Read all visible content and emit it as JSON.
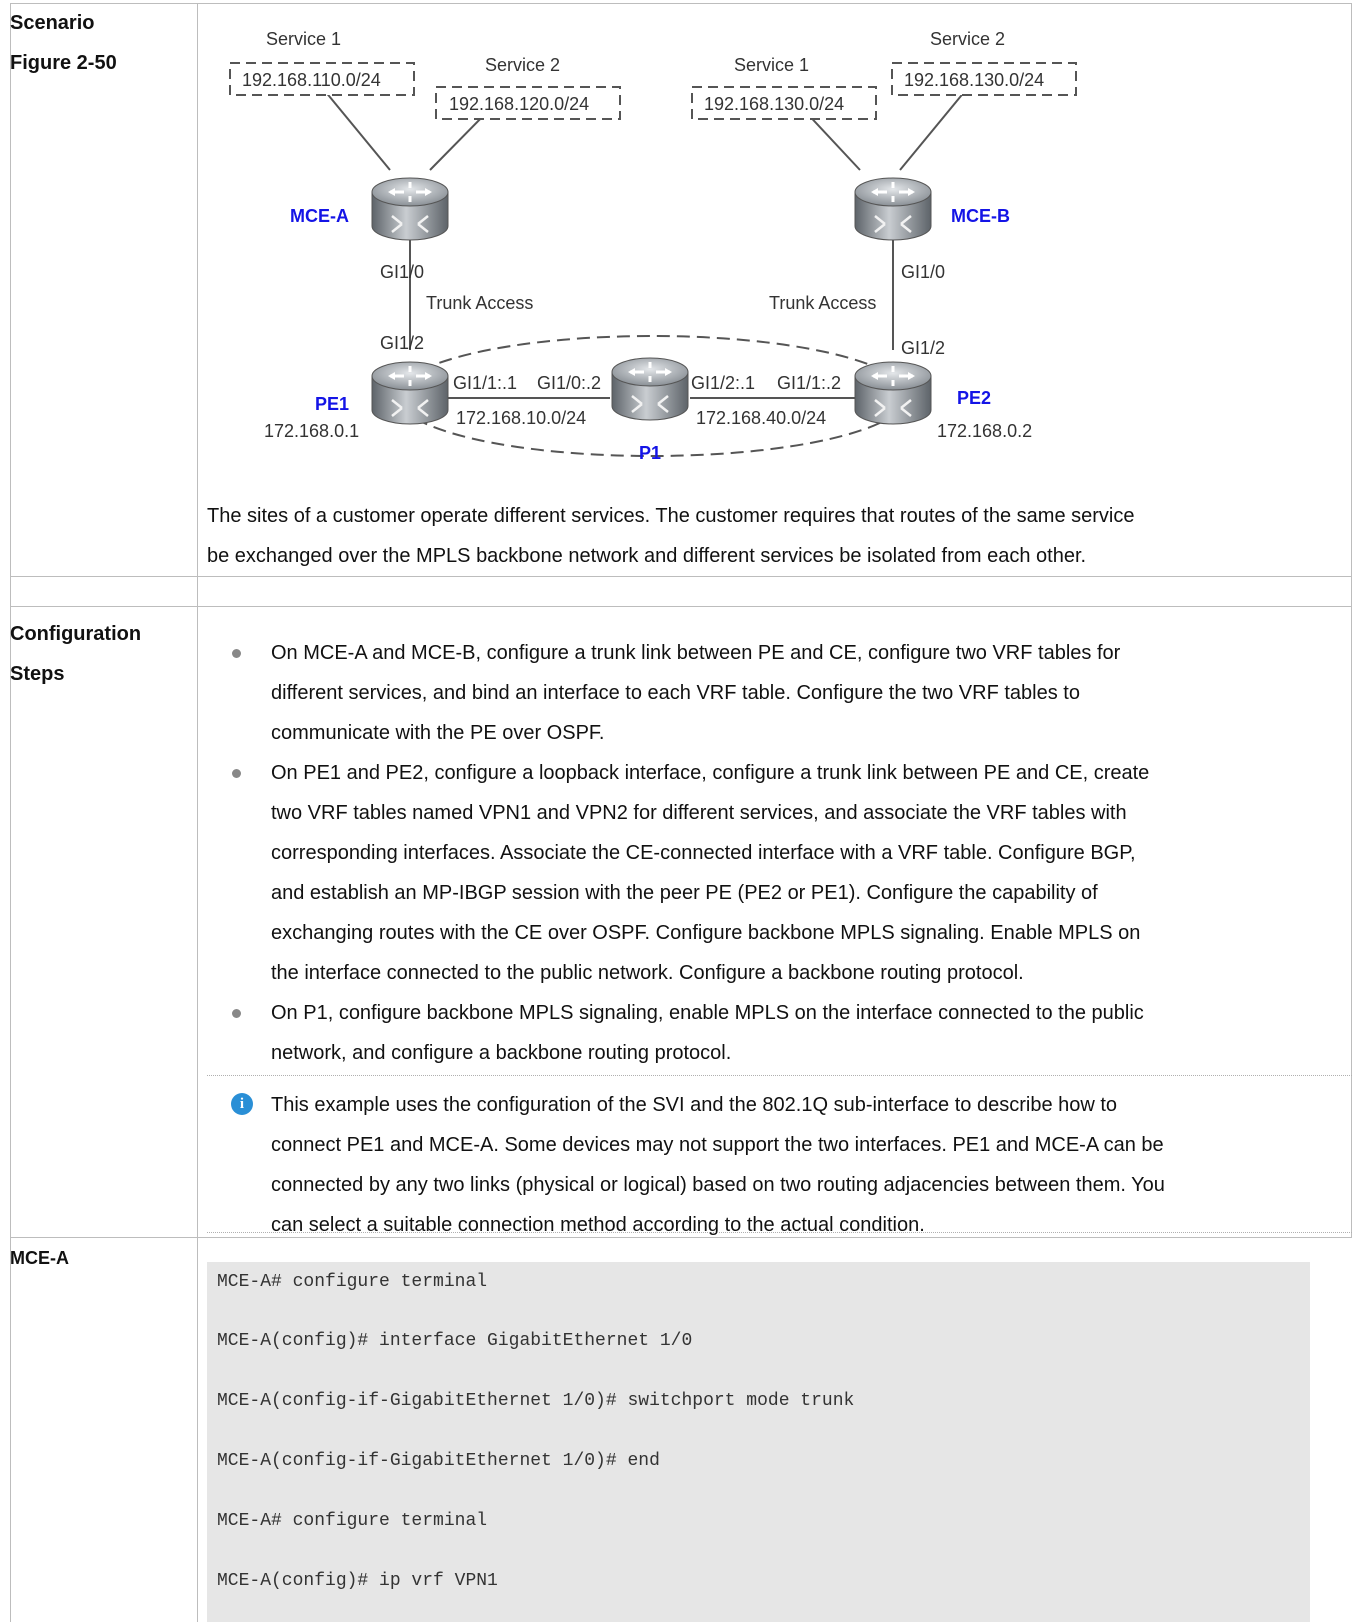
{
  "rows": {
    "scenario": {
      "label_line1": "Scenario",
      "label_line2": "Figure 2-50"
    },
    "config": {
      "label_line1": "Configuration",
      "label_line2": "Steps"
    },
    "mce_a": {
      "label": "MCE-A"
    }
  },
  "figure": {
    "services": {
      "a_service1_label": "Service 1",
      "a_service1_net": "192.168.110.0/24",
      "a_service2_label": "Service 2",
      "a_service2_net": "192.168.120.0/24",
      "b_service1_label": "Service 1",
      "b_service1_net": "192.168.130.0/24",
      "b_service2_label": "Service 2",
      "b_service2_net": "192.168.130.0/24"
    },
    "devices": {
      "mce_a": "MCE-A",
      "mce_b": "MCE-B",
      "pe1": "PE1",
      "pe2": "PE2",
      "p1": "P1",
      "pe1_ip": "172.168.0.1",
      "pe2_ip": "172.168.0.2"
    },
    "ports": {
      "mce_a_gi10": "GI1/0",
      "pe1_gi12": "GI1/2",
      "mce_b_gi10": "GI1/0",
      "pe2_gi12": "GI1/2",
      "pe1_gi11": "GI1/1:.1",
      "p1_gi10": "GI1/0:.2",
      "p1_gi12": "GI1/2:.1",
      "pe2_gi11": "GI1/1:.2"
    },
    "links": {
      "trunk_left": "Trunk Access",
      "trunk_right": "Trunk Access",
      "net_left": "172.168.10.0/24",
      "net_right": "172.168.40.0/24"
    }
  },
  "scenario_text": {
    "line1": "The sites of a customer operate different services. The customer requires that routes of the same service",
    "line2": "be exchanged over the MPLS backbone network and different services be isolated from each other."
  },
  "steps": [
    {
      "lines": [
        "On MCE-A and MCE-B, configure a trunk link between PE and CE, configure two VRF tables for",
        "different services, and bind an interface to each VRF table. Configure the two VRF tables to",
        "communicate with the PE over OSPF."
      ]
    },
    {
      "lines": [
        "On PE1 and PE2, configure a loopback interface, configure a trunk link between PE and CE, create",
        "two VRF tables named VPN1 and VPN2 for different services, and associate the VRF tables with",
        "corresponding interfaces. Associate the CE-connected interface with a VRF table. Configure BGP,",
        "and establish an MP-IBGP session with the peer PE (PE2 or PE1). Configure the capability of",
        "exchanging routes with the CE over OSPF. Configure backbone MPLS signaling. Enable MPLS on",
        "the interface connected to the public network. Configure a backbone routing protocol."
      ]
    },
    {
      "lines": [
        "On P1, configure backbone MPLS signaling, enable MPLS on the interface connected to the public",
        "network, and configure a backbone routing protocol."
      ]
    }
  ],
  "note": {
    "icon": "info-icon",
    "lines": [
      "This example uses the configuration of the SVI and the 802.1Q sub-interface to describe how to",
      "connect PE1 and MCE-A. Some devices may not support the two interfaces. PE1 and MCE-A can be",
      "connected by any two links (physical or logical) based on two routing adjacencies between them. You",
      "can select a suitable connection method according to the actual condition."
    ]
  },
  "code": [
    "MCE-A# configure terminal",
    "MCE-A(config)# interface GigabitEthernet 1/0",
    "MCE-A(config-if-GigabitEthernet 1/0)# switchport mode trunk",
    "MCE-A(config-if-GigabitEthernet 1/0)# end",
    "MCE-A# configure terminal",
    "MCE-A(config)# ip vrf VPN1"
  ],
  "colors": {
    "device_label": "#1414e6",
    "grid": "#bdbdbd",
    "code_bg": "#e6e6e6",
    "info": "#2a8fd6"
  }
}
